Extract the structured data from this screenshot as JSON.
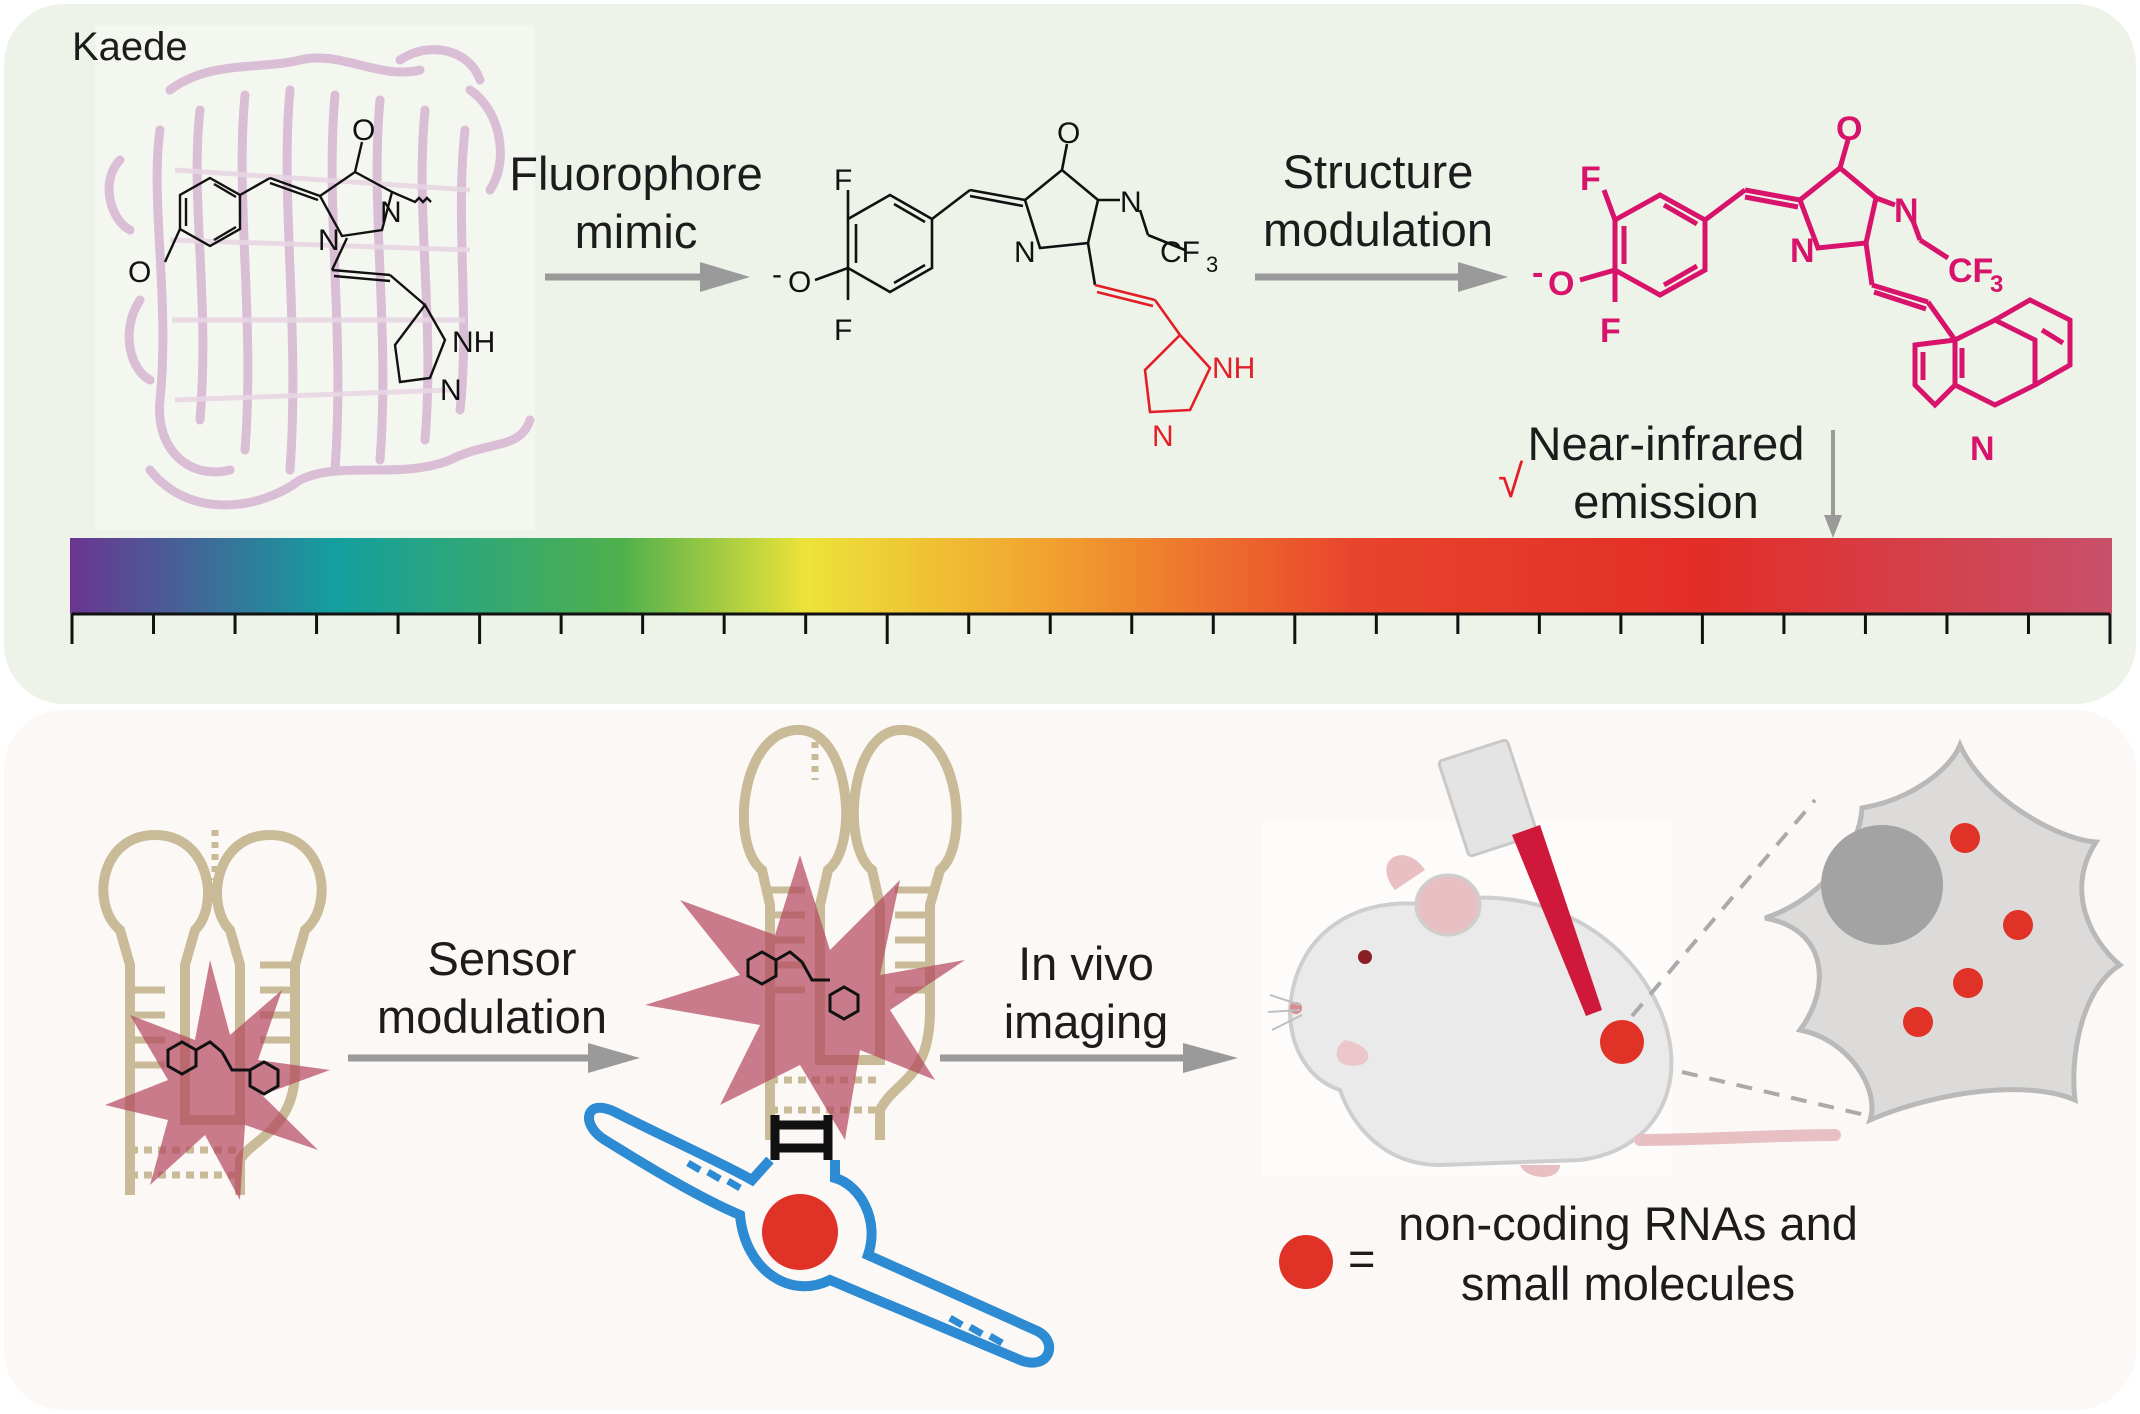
{
  "top_panel": {
    "protein_name": "Kaede",
    "step1": {
      "line1": "Fluorophore",
      "line2": "mimic"
    },
    "step2": {
      "line1": "Structure",
      "line2": "modulation"
    },
    "emission": {
      "check": "√",
      "line1": "Near-infrared",
      "line2": "emission"
    },
    "spectrum_colors": [
      "#6b3591",
      "#139f9f",
      "#4fb04c",
      "#ece339",
      "#f2a12f",
      "#e8442c",
      "#e32d27",
      "#c8506a"
    ],
    "spectrum_ticks": 26
  },
  "chemistry": {
    "kaede_chromophore": {
      "O": "O",
      "N1": "N",
      "N2": "N",
      "O_minus": "O",
      "NH": "NH",
      "N_imid": "N"
    },
    "mimic": {
      "F_top": "F",
      "F_bottom": "F",
      "O_minus": "O",
      "charge": "-",
      "O": "O",
      "N_ring": "N",
      "N_alkyl": "N",
      "CF3": "CF",
      "CF3_sub": "3",
      "NH": "NH",
      "N_imid": "N"
    },
    "modulated": {
      "F_top": "F",
      "F_bottom": "F",
      "O_minus": "O",
      "charge": "-",
      "O": "O",
      "N_ring": "N",
      "N_alkyl": "N",
      "CF3": "CF",
      "CF3_sub": "3",
      "N_quin": "N"
    }
  },
  "bottom_panel": {
    "step3": {
      "line1": "Sensor",
      "line2": "modulation"
    },
    "step4": {
      "line1": "In vivo",
      "line2": "imaging"
    },
    "legend": {
      "equals": "=",
      "line1": "non-coding RNAs and",
      "line2": "small molecules"
    }
  },
  "colors": {
    "top_bg": "#eef3e9",
    "bottom_bg": "#fcf8f6",
    "aptamer": "#c9bb98",
    "burst": "#b4465e",
    "sensor": "#2c8bd3",
    "target": "#e03226",
    "magenta": "#d8136b",
    "arrow": "#9a9a9a"
  }
}
